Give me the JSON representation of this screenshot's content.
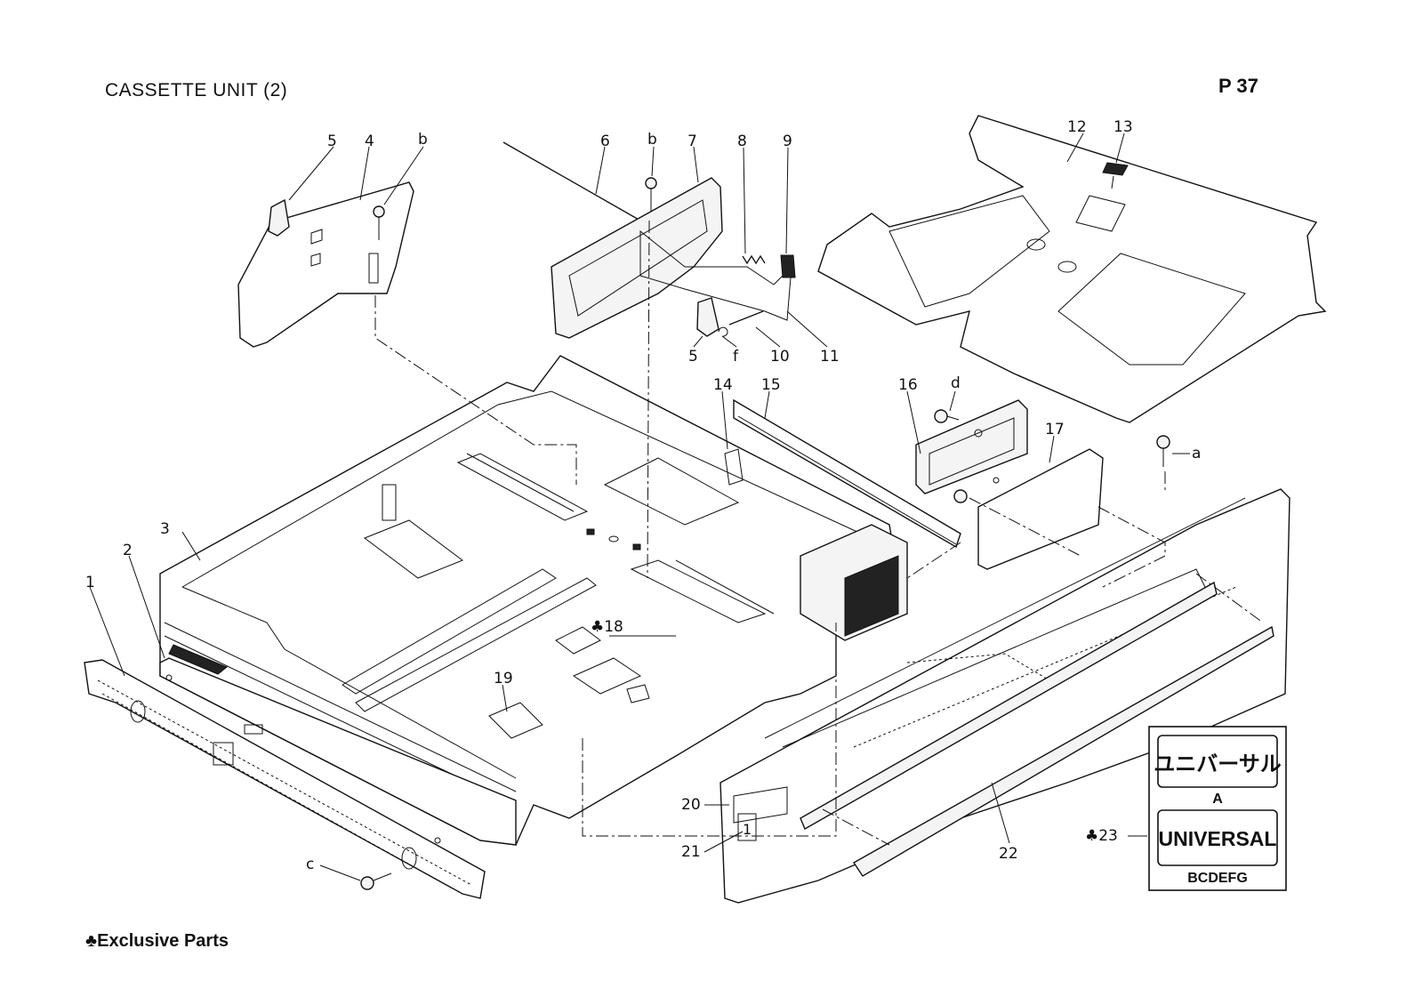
{
  "header": {
    "title": "CASSETTE UNIT (2)",
    "page": "P 37"
  },
  "footer": {
    "note": "♣Exclusive  Parts"
  },
  "callouts": {
    "n1": "1",
    "n2": "2",
    "n3": "3",
    "n4": "4",
    "n5a": "5",
    "n5b": "5",
    "n6": "6",
    "n7": "7",
    "n8": "8",
    "n9": "9",
    "n10": "10",
    "n11": "11",
    "n12": "12",
    "n13": "13",
    "n14": "14",
    "n15": "15",
    "n16": "16",
    "n17": "17",
    "n18": "♣18",
    "n19": "19",
    "n20": "20",
    "n21": "21",
    "n22": "22",
    "n23": "♣23",
    "a": "a",
    "b1": "b",
    "b2": "b",
    "c": "c",
    "d": "d",
    "f": "f"
  },
  "label_sheet": {
    "japanese": "ユニバーサル",
    "variant_a": "A",
    "english": "UNIVERSAL",
    "variant_bcdefg": "BCDEFG"
  },
  "plate_label": "1"
}
